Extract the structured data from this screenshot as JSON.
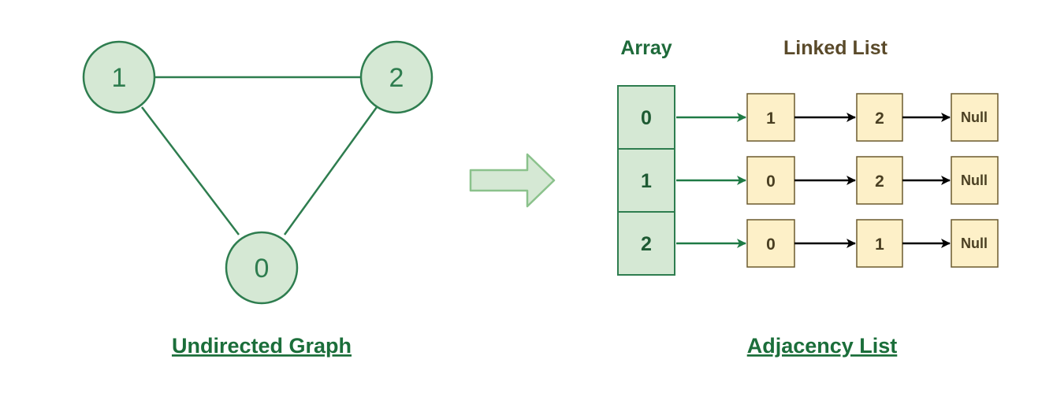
{
  "colors": {
    "graph_green": "#2e7d4f",
    "node_fill": "#d5e8d4",
    "node_stroke": "#2e7d4f",
    "caption_green": "#1b6e3a",
    "heading_brown": "#5a4a2a",
    "list_fill": "#fdf0c8",
    "list_stroke": "#6b5a2e",
    "list_text": "#4a3f22",
    "pointer_black": "#000000",
    "arrow_fill": "#d5e8d4",
    "arrow_stroke": "#8bc28c"
  },
  "graph": {
    "nodes": [
      {
        "id": "node-1",
        "label": "1"
      },
      {
        "id": "node-2",
        "label": "2"
      },
      {
        "id": "node-0",
        "label": "0"
      }
    ],
    "edges": [
      {
        "from": "1",
        "to": "2"
      },
      {
        "from": "1",
        "to": "0"
      },
      {
        "from": "2",
        "to": "0"
      }
    ],
    "caption": "Undirected Graph"
  },
  "adjacency": {
    "array_heading": "Array",
    "list_heading": "Linked List",
    "caption": "Adjacency List",
    "null_label": "Null",
    "rows": [
      {
        "index": "0",
        "neighbors": [
          "1",
          "2"
        ]
      },
      {
        "index": "1",
        "neighbors": [
          "0",
          "2"
        ]
      },
      {
        "index": "2",
        "neighbors": [
          "0",
          "1"
        ]
      }
    ]
  },
  "transform_arrow_icon": "right-block-arrow"
}
